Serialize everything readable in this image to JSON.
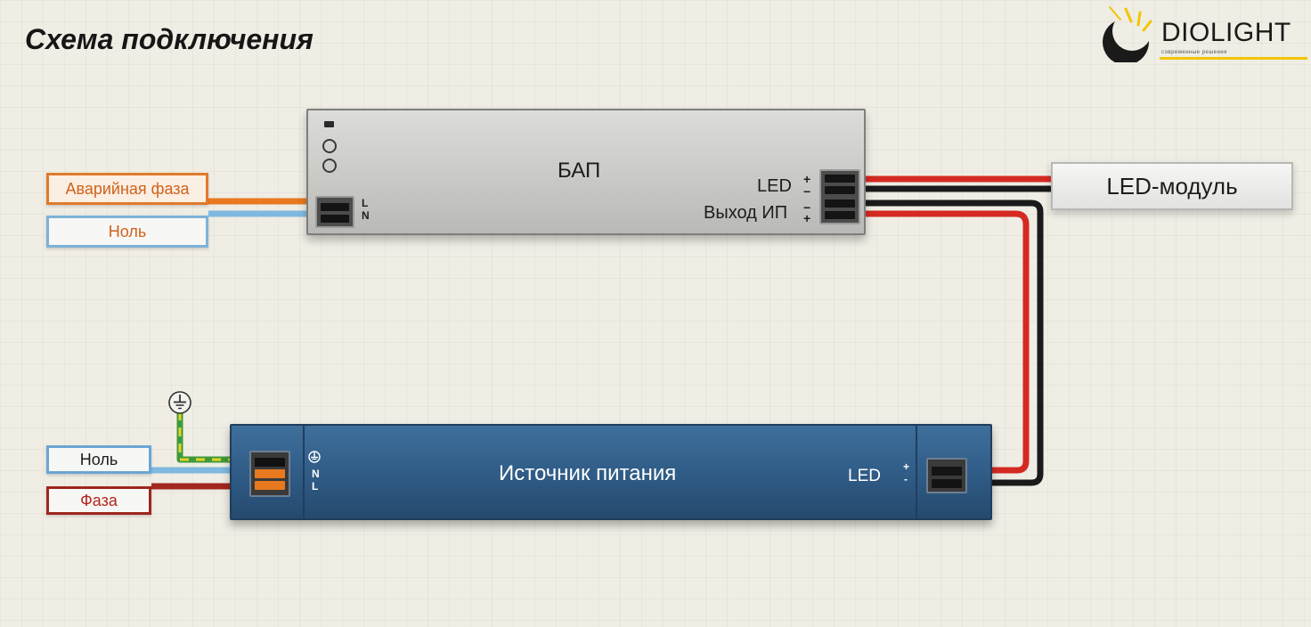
{
  "title": "Схема подключения",
  "brand": {
    "name": "DIOLIGHT",
    "tagline": "современные решения",
    "colors": {
      "accent": "#f2c500",
      "text": "#1a1a1a"
    }
  },
  "bap": {
    "title": "БАП",
    "input_labels": {
      "l": "L",
      "n": "N"
    },
    "output_labels": {
      "led": "LED",
      "psu_out": "Выход ИП"
    },
    "polarity": [
      "+",
      "−",
      "−",
      "+"
    ]
  },
  "psu": {
    "title": "Источник питания",
    "input_labels": {
      "n": "N",
      "l": "L"
    },
    "output_label": "LED",
    "output_polarity": [
      "+",
      "-"
    ]
  },
  "tags": {
    "emergency_phase": "Аварийная фаза",
    "neutral_top": "Ноль",
    "neutral_bottom": "Ноль",
    "phase": "Фаза"
  },
  "led_module": {
    "label": "LED-модуль"
  },
  "icons": {
    "ground": "ground-icon",
    "logo": "moon-rays-logo-icon"
  },
  "colors": {
    "emergency_phase": "#e8791e",
    "neutral": "#7fb9e0",
    "phase": "#a3271f",
    "positive": "#d42a22",
    "negative": "#1a1a1a",
    "ground_green": "#3f9a3a",
    "ground_yellow": "#e4d22a",
    "bap_body": "#c9c9c6",
    "psu_body": "#2f5b85"
  }
}
